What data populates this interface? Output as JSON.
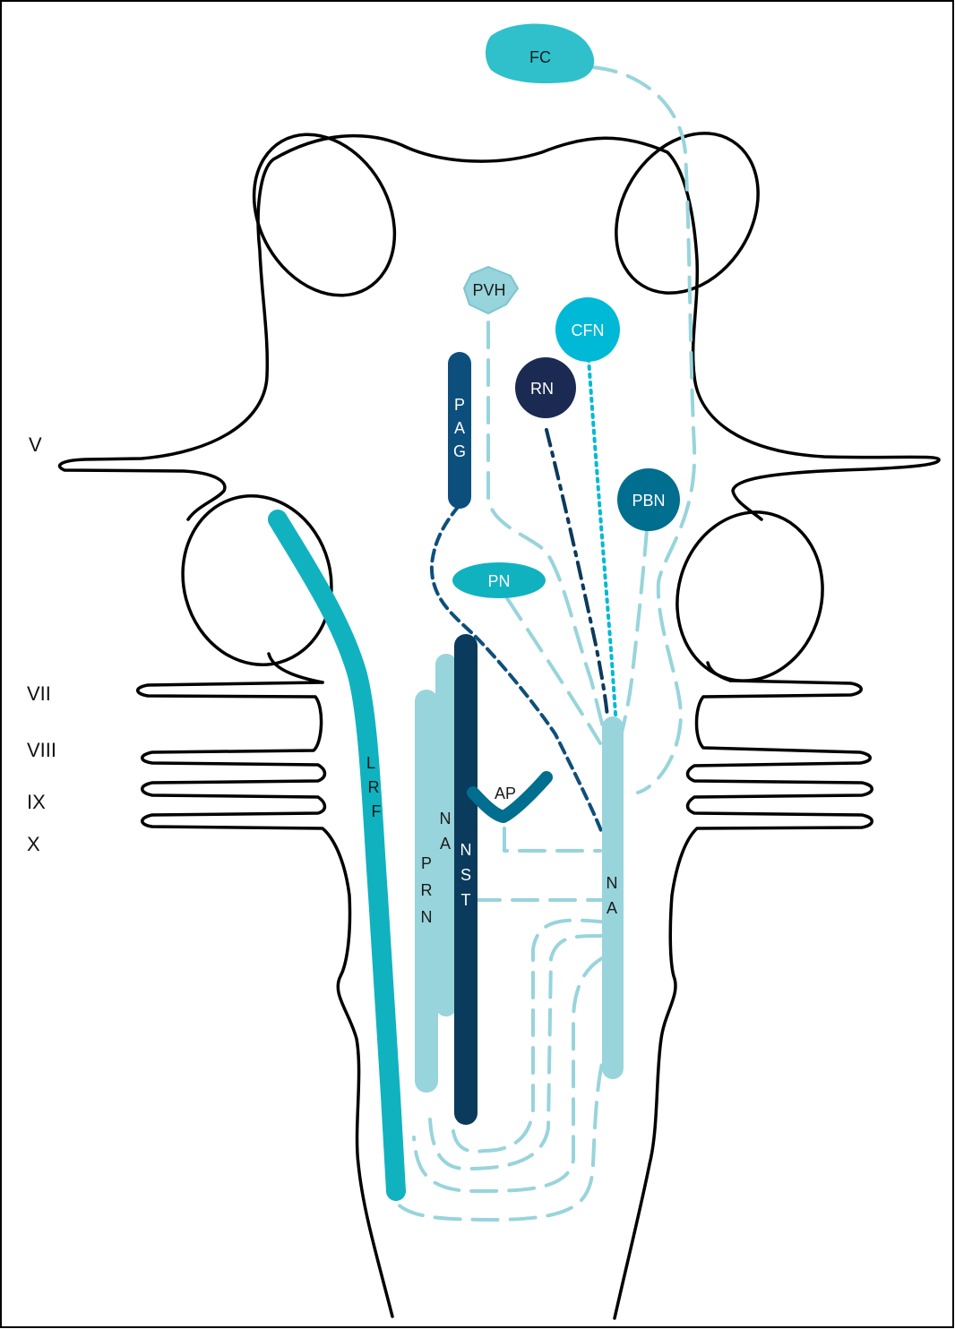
{
  "colors": {
    "outline": "#000000",
    "light": "#98d4dc",
    "mid": "#2fc0cc",
    "teal": "#10b2c0",
    "bright": "#00b9d6",
    "dark_teal": "#006e8f",
    "deep": "#0d4f7c",
    "navy": "#0a3a5c",
    "darkest": "#1b2a52"
  },
  "nerves": [
    "V",
    "VII",
    "VIII",
    "IX",
    "X"
  ],
  "nuclei": {
    "fc": "FC",
    "pvh": "PVH",
    "cfn": "CFN",
    "rn": "RN",
    "pbn": "PBN",
    "pn": "PN",
    "ap": "AP"
  },
  "columns": {
    "pag": [
      "P",
      "A",
      "G"
    ],
    "lrf": [
      "L",
      "R",
      "F"
    ],
    "prn": [
      "P",
      "R",
      "N"
    ],
    "na_left": [
      "N",
      "A"
    ],
    "nst": [
      "N",
      "S",
      "T"
    ],
    "na_right": [
      "N",
      "A"
    ]
  }
}
